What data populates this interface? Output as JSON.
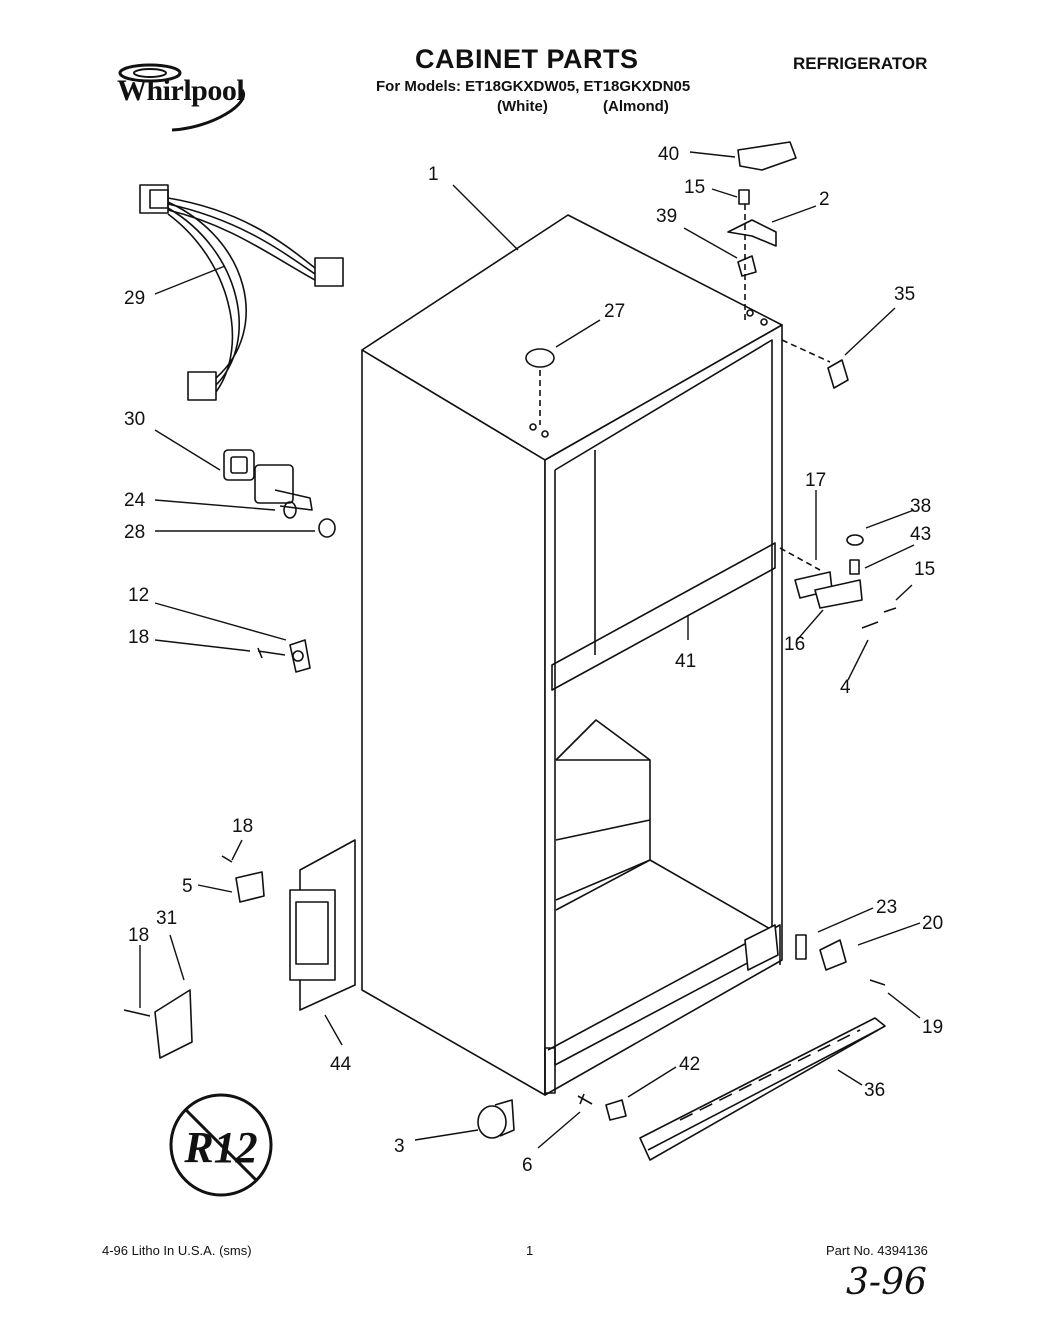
{
  "header": {
    "brand": "Whirlpool",
    "title": "CABINET PARTS",
    "models_line": "For Models: ET18GKXDW05, ET18GKXDN05",
    "color_white": "(White)",
    "color_almond": "(Almond)",
    "category": "REFRIGERATOR"
  },
  "footer": {
    "litho": "4-96 Litho In U.S.A. (sms)",
    "page": "1",
    "part_no": "Part No. 4394136",
    "handwritten": "3-96"
  },
  "badge": {
    "text": "R12"
  },
  "callouts": [
    "40",
    "1",
    "15",
    "2",
    "39",
    "29",
    "27",
    "35",
    "30",
    "24",
    "28",
    "17",
    "38",
    "43",
    "15",
    "12",
    "41",
    "16",
    "18",
    "4",
    "18",
    "5",
    "31",
    "18",
    "44",
    "23",
    "20",
    "19",
    "42",
    "36",
    "3",
    "6"
  ]
}
